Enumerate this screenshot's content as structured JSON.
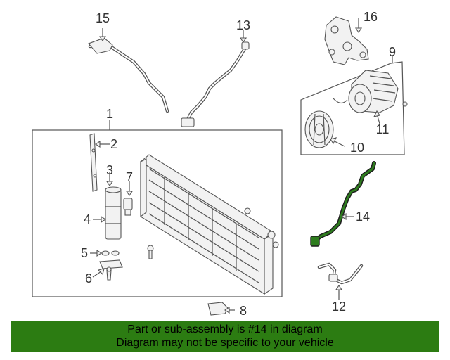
{
  "callouts": {
    "c1": "1",
    "c2": "2",
    "c3": "3",
    "c4": "4",
    "c5": "5",
    "c6": "6",
    "c7": "7",
    "c8": "8",
    "c9": "9",
    "c10": "10",
    "c11": "11",
    "c12": "12",
    "c13": "13",
    "c14": "14",
    "c15": "15",
    "c16": "16"
  },
  "banner": {
    "line1": "Part or sub-assembly is #14 in diagram",
    "line2": "Diagram may not be specific to your vehicle"
  },
  "colors": {
    "highlight": "#2e7d1e",
    "banner_bg": "#2c7c12"
  }
}
